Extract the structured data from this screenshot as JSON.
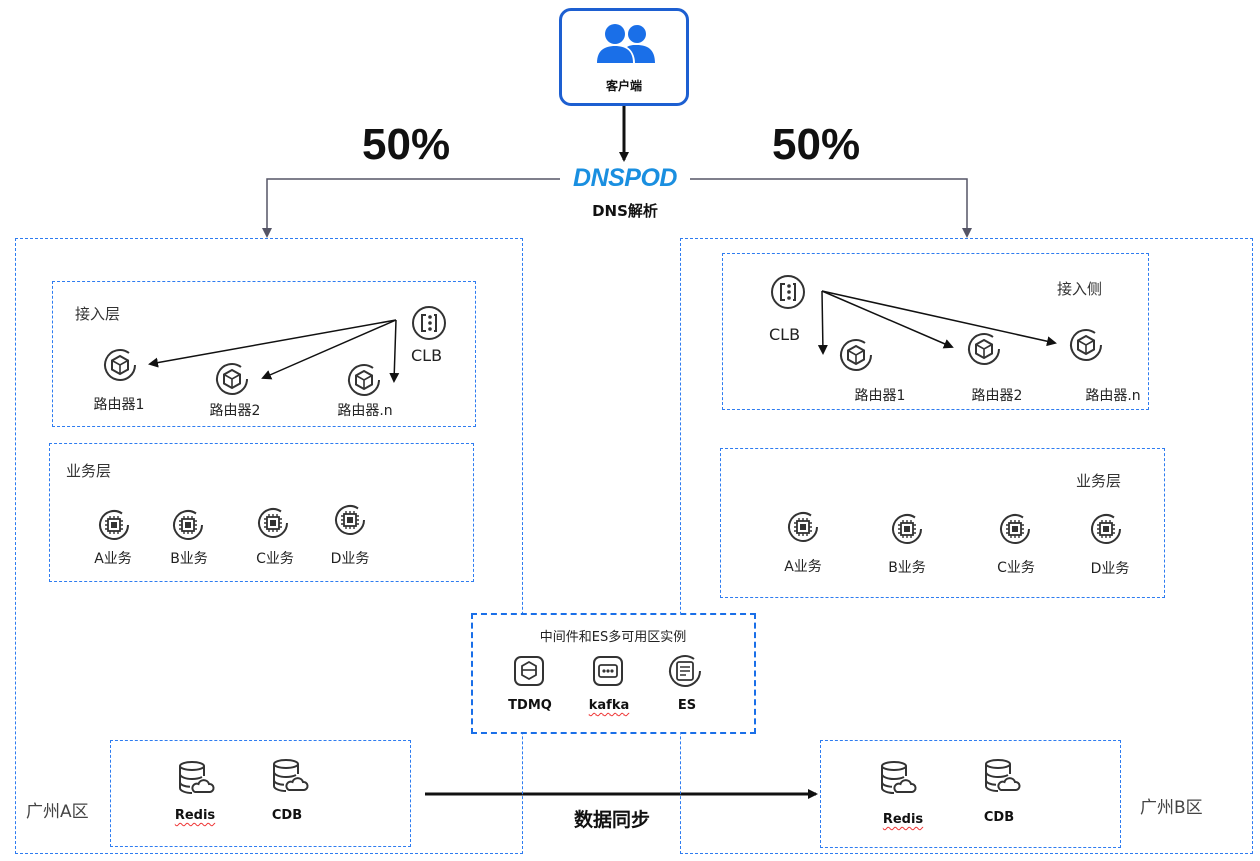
{
  "client": {
    "label": "客户端",
    "icon": "users-icon"
  },
  "dns": {
    "logo_text": "DNSPOD",
    "label": "DNS解析",
    "split_left": "50%",
    "split_right": "50%"
  },
  "left_region": {
    "name": "广州A区",
    "access_layer": {
      "title": "接入层",
      "lb_label": "CLB",
      "routers": [
        "路由器1",
        "路由器2",
        "路由器.n"
      ]
    },
    "business_layer": {
      "title": "业务层",
      "services": [
        "A业务",
        "B业务",
        "C业务",
        "D业务"
      ]
    },
    "storage": [
      "Redis",
      "CDB"
    ]
  },
  "right_region": {
    "name": "广州B区",
    "access_layer": {
      "title": "接入侧",
      "lb_label": "CLB",
      "routers": [
        "路由器1",
        "路由器2",
        "路由器.n"
      ]
    },
    "business_layer": {
      "title": "业务层",
      "services": [
        "A业务",
        "B业务",
        "C业务",
        "D业务"
      ]
    },
    "storage": [
      "Redis",
      "CDB"
    ]
  },
  "middleware": {
    "title": "中间件和ES多可用区实例",
    "items": [
      "TDMQ",
      "kafka",
      "ES"
    ]
  },
  "sync_label": "数据同步",
  "colors": {
    "accent": "#1a6fe8",
    "dashed": "#2e7cf0",
    "client_border": "#1d5fd1",
    "icon_stroke": "#333333"
  }
}
